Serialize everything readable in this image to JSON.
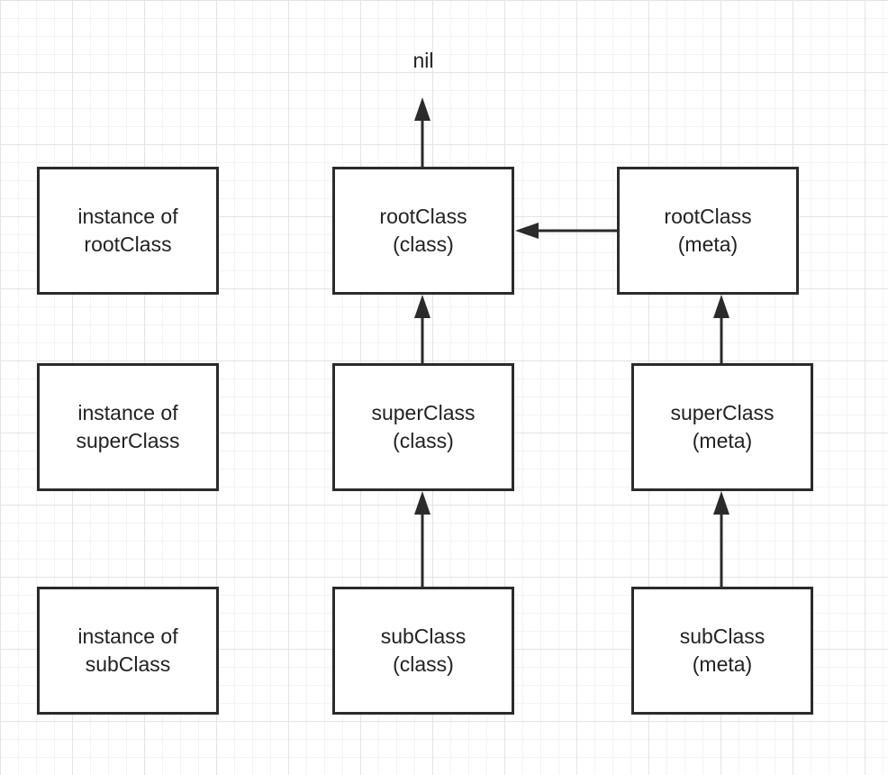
{
  "diagram": {
    "terminal_label": "nil",
    "nodes": [
      {
        "id": "instance-root",
        "label": "instance of\nrootClass"
      },
      {
        "id": "instance-super",
        "label": "instance of\nsuperClass"
      },
      {
        "id": "instance-sub",
        "label": "instance of\nsubClass"
      },
      {
        "id": "root-class",
        "label": "rootClass\n(class)"
      },
      {
        "id": "super-class",
        "label": "superClass\n(class)"
      },
      {
        "id": "sub-class",
        "label": "subClass\n(class)"
      },
      {
        "id": "root-meta",
        "label": "rootClass\n(meta)"
      },
      {
        "id": "super-meta",
        "label": "superClass\n(meta)"
      },
      {
        "id": "sub-meta",
        "label": "subClass\n(meta)"
      }
    ],
    "edges": [
      {
        "from": "root-class",
        "to": "nil"
      },
      {
        "from": "super-class",
        "to": "root-class"
      },
      {
        "from": "sub-class",
        "to": "super-class"
      },
      {
        "from": "root-meta",
        "to": "root-class"
      },
      {
        "from": "super-meta",
        "to": "root-meta"
      },
      {
        "from": "sub-meta",
        "to": "super-meta"
      }
    ]
  }
}
